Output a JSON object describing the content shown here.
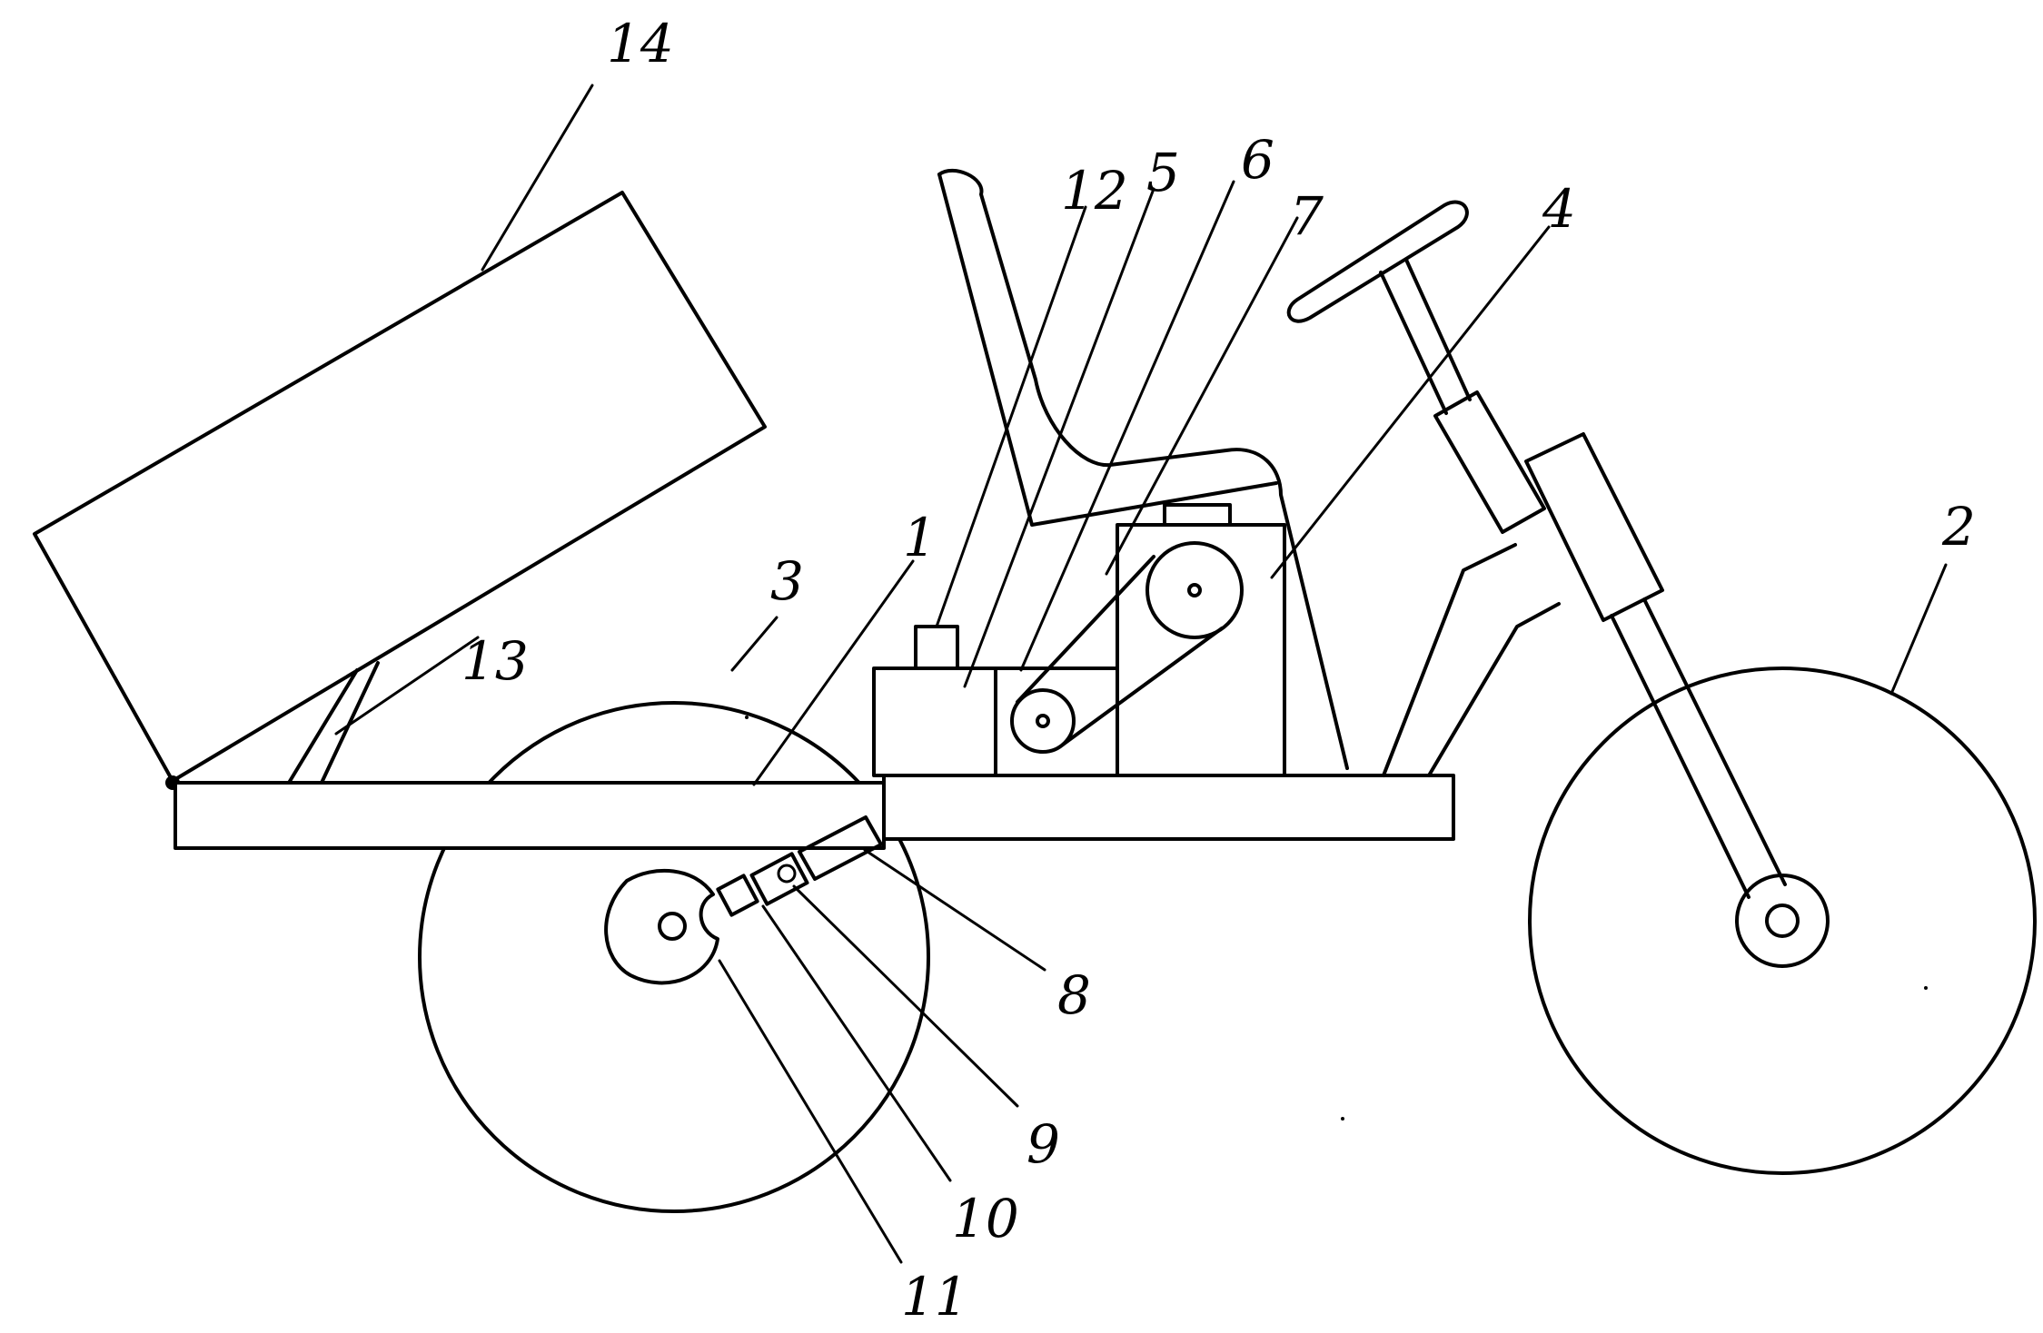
{
  "diagram": {
    "labels": [
      {
        "id": "frame",
        "text": "1"
      },
      {
        "id": "front-wheel",
        "text": "2"
      },
      {
        "id": "rear-wheel",
        "text": "3"
      },
      {
        "id": "seat-support",
        "text": "4"
      },
      {
        "id": "box-5",
        "text": "5"
      },
      {
        "id": "small-pulley-box",
        "text": "6"
      },
      {
        "id": "belt",
        "text": "7"
      },
      {
        "id": "part-8",
        "text": "8"
      },
      {
        "id": "part-9",
        "text": "9"
      },
      {
        "id": "part-10",
        "text": "10"
      },
      {
        "id": "part-11",
        "text": "11"
      },
      {
        "id": "part-12",
        "text": "12"
      },
      {
        "id": "support-strut",
        "text": "13"
      },
      {
        "id": "cargo-box",
        "text": "14"
      }
    ]
  }
}
